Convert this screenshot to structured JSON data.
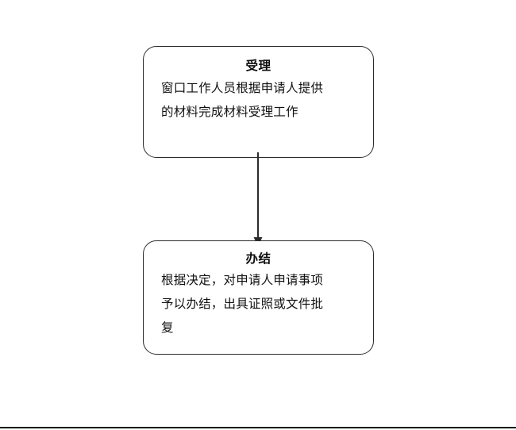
{
  "diagram": {
    "type": "flowchart",
    "orientation": "vertical",
    "background_color": "#ffffff",
    "stroke_color": "#2b2b2b",
    "text_color": "#111111",
    "nodes": [
      {
        "id": "accept",
        "shape": "rounded-rectangle",
        "title": "受理",
        "body_lines": [
          "窗口工作人员根据申请人提供",
          "的材料完成材料受理工作"
        ]
      },
      {
        "id": "complete",
        "shape": "rounded-rectangle",
        "title": "办结",
        "body_lines": [
          "根据决定，对申请人申请事项",
          "予以办结，出具证照或文件批",
          "复"
        ]
      }
    ],
    "edges": [
      {
        "id": "accept-to-complete",
        "from": "accept",
        "to": "complete",
        "label": "",
        "arrow": "down"
      }
    ]
  }
}
